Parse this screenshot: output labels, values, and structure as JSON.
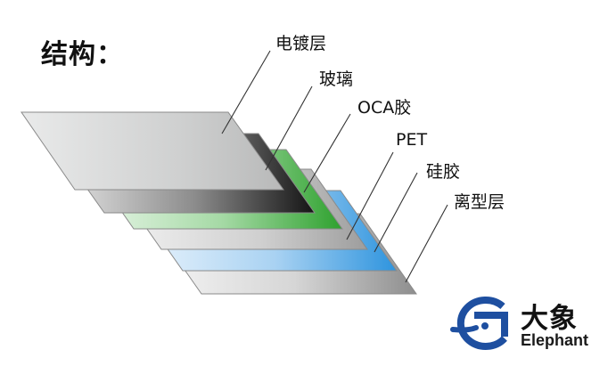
{
  "title": "结构：",
  "layers": [
    {
      "label": "电镀层"
    },
    {
      "label": "玻璃"
    },
    {
      "label": "OCA胶"
    },
    {
      "label": "PET"
    },
    {
      "label": "硅胶"
    },
    {
      "label": "离型层"
    }
  ],
  "colors": {
    "plating": "#c8c9c9",
    "glass": "#2b2b2b",
    "oca": "#3daa3d",
    "pet": "#b4b4b4",
    "silicone": "#3d9ee0",
    "release": "#a7a7a7",
    "brand": "#1e4fa0"
  },
  "logo": {
    "cn": "大象",
    "en": "Elephant",
    "icon": "elephant-logo-icon"
  }
}
